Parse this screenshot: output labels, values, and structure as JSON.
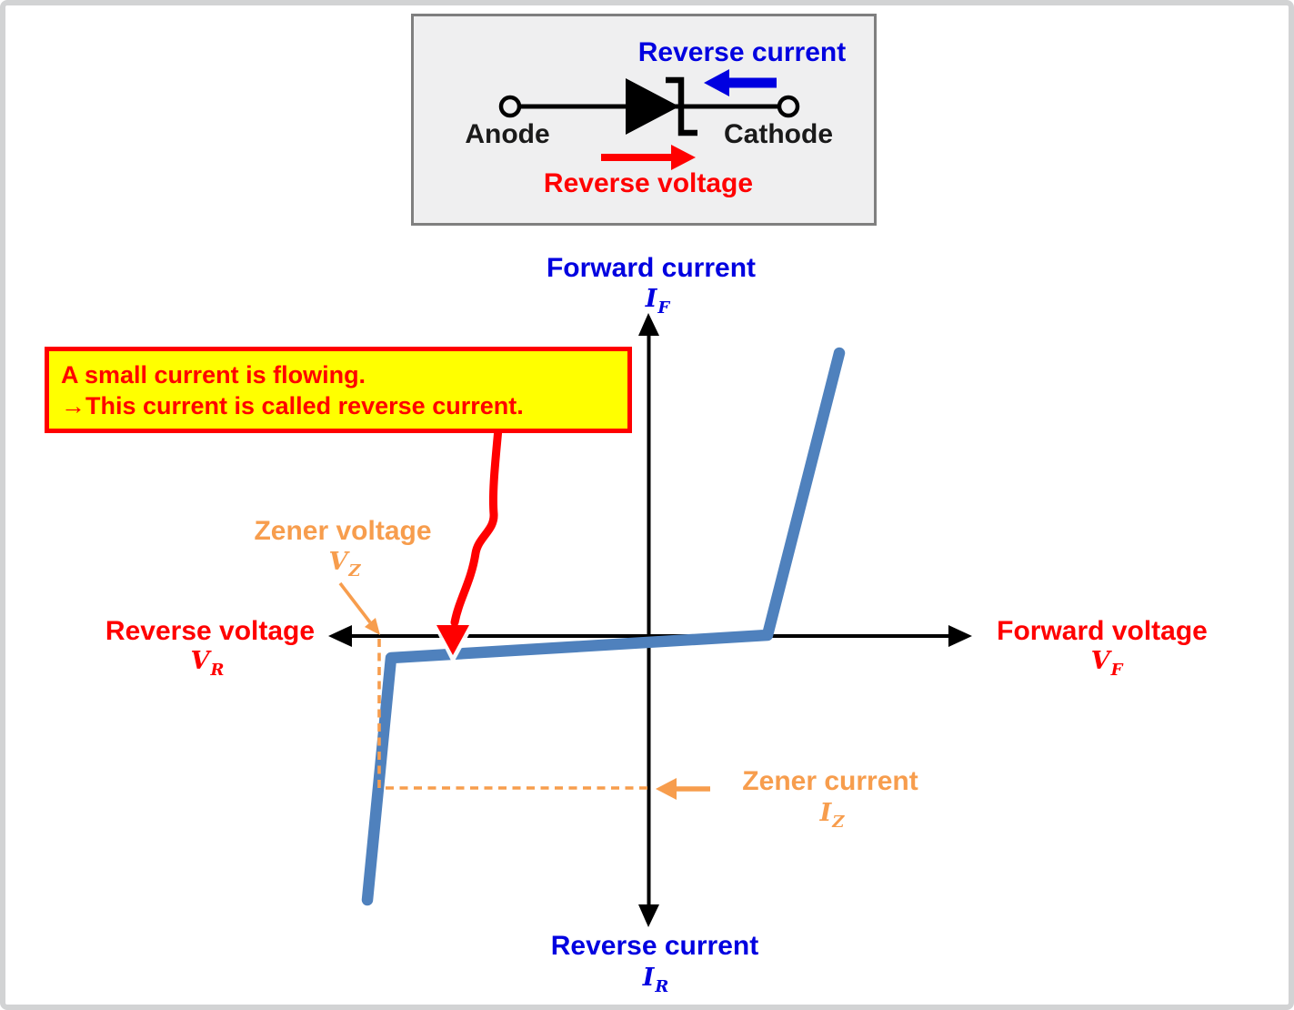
{
  "circuit": {
    "anode": "Anode",
    "cathode": "Cathode",
    "reverse_current": "Reverse current",
    "reverse_voltage": "Reverse voltage"
  },
  "callout": {
    "line1": "A small current is flowing.",
    "line2": "→This current is called reverse current."
  },
  "axis_labels": {
    "forward_current": {
      "label": "Forward current",
      "symbol": "I",
      "sub": "F"
    },
    "reverse_current": {
      "label": "Reverse current",
      "symbol": "I",
      "sub": "R"
    },
    "forward_voltage": {
      "label": "Forward voltage",
      "symbol": "V",
      "sub": "F"
    },
    "reverse_voltage": {
      "label": "Reverse voltage",
      "symbol": "V",
      "sub": "R"
    },
    "zener_voltage": {
      "label": "Zener voltage",
      "symbol": "V",
      "sub": "Z"
    },
    "zener_current": {
      "label": "Zener current",
      "symbol": "I",
      "sub": "Z"
    }
  },
  "colors": {
    "label_blue": "#0000e0",
    "label_red": "#ff0000",
    "accent_orange": "#f79d4d",
    "curve_blue": "#4f81bd",
    "callout_bg": "#ffff00",
    "panel_bg": "#efeff0",
    "panel_border": "#7f7f7f",
    "axis_black": "#000000",
    "page_border": "#d2d3d4"
  },
  "chart_data": {
    "type": "line",
    "description_visible_labels": [
      "Forward current",
      "Reverse current",
      "Forward voltage",
      "Reverse voltage",
      "Zener voltage",
      "Zener current"
    ],
    "curve_points_axis_fraction": [
      {
        "x": -0.89,
        "y": -0.91
      },
      {
        "x": -0.81,
        "y": -0.08
      },
      {
        "x": 0.37,
        "y": 0.0
      },
      {
        "x": 0.59,
        "y": 0.88
      }
    ],
    "zener_voltage_marker_x_fraction": -0.85,
    "zener_current_marker_y_fraction": -0.52,
    "grid": false
  }
}
